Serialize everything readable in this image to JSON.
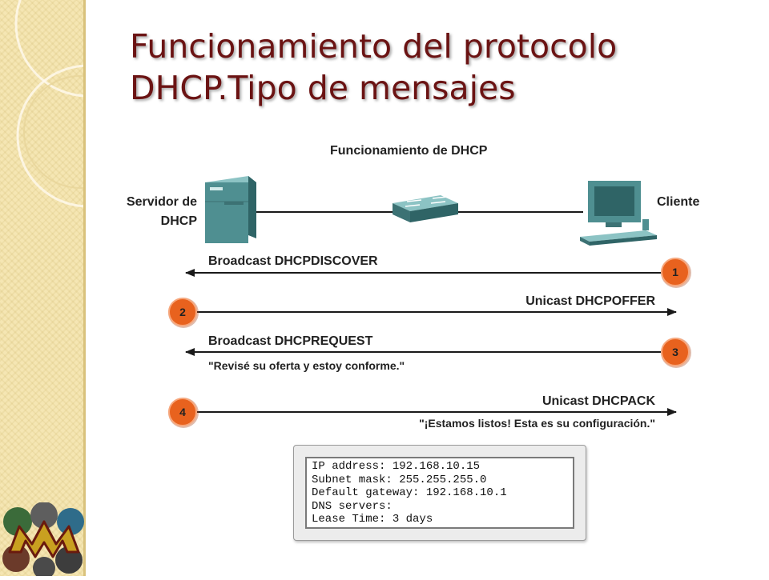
{
  "slide": {
    "title_line1": "Funcionamiento del protocolo",
    "title_line2": "DHCP.Tipo de mensajes"
  },
  "diagram": {
    "heading": "Funcionamiento de DHCP",
    "server_label_line1": "Servidor de",
    "server_label_line2": "DHCP",
    "client_label": "Cliente",
    "messages": [
      {
        "step": "1",
        "label": "Broadcast DHCPDISCOVER",
        "direction": "to-server",
        "quote": ""
      },
      {
        "step": "2",
        "label": "Unicast DHCPOFFER",
        "direction": "to-client",
        "quote": ""
      },
      {
        "step": "3",
        "label": "Broadcast DHCPREQUEST",
        "direction": "to-server",
        "quote": "\"Revisé su oferta y estoy conforme.\""
      },
      {
        "step": "4",
        "label": "Unicast DHCPACK",
        "direction": "to-client",
        "quote": "\"¡Estamos listos! Esta es su configuración.\""
      }
    ],
    "config_lines": [
      "IP address: 192.168.10.15",
      "Subnet mask: 255.255.255.0",
      "Default gateway: 192.168.10.1",
      "DNS servers:",
      "Lease Time: 3 days"
    ]
  },
  "colors": {
    "title": "#6b1313",
    "step_badge": "#e8621e",
    "arrow": "#1a1a1a",
    "device": "#4f8f91"
  }
}
